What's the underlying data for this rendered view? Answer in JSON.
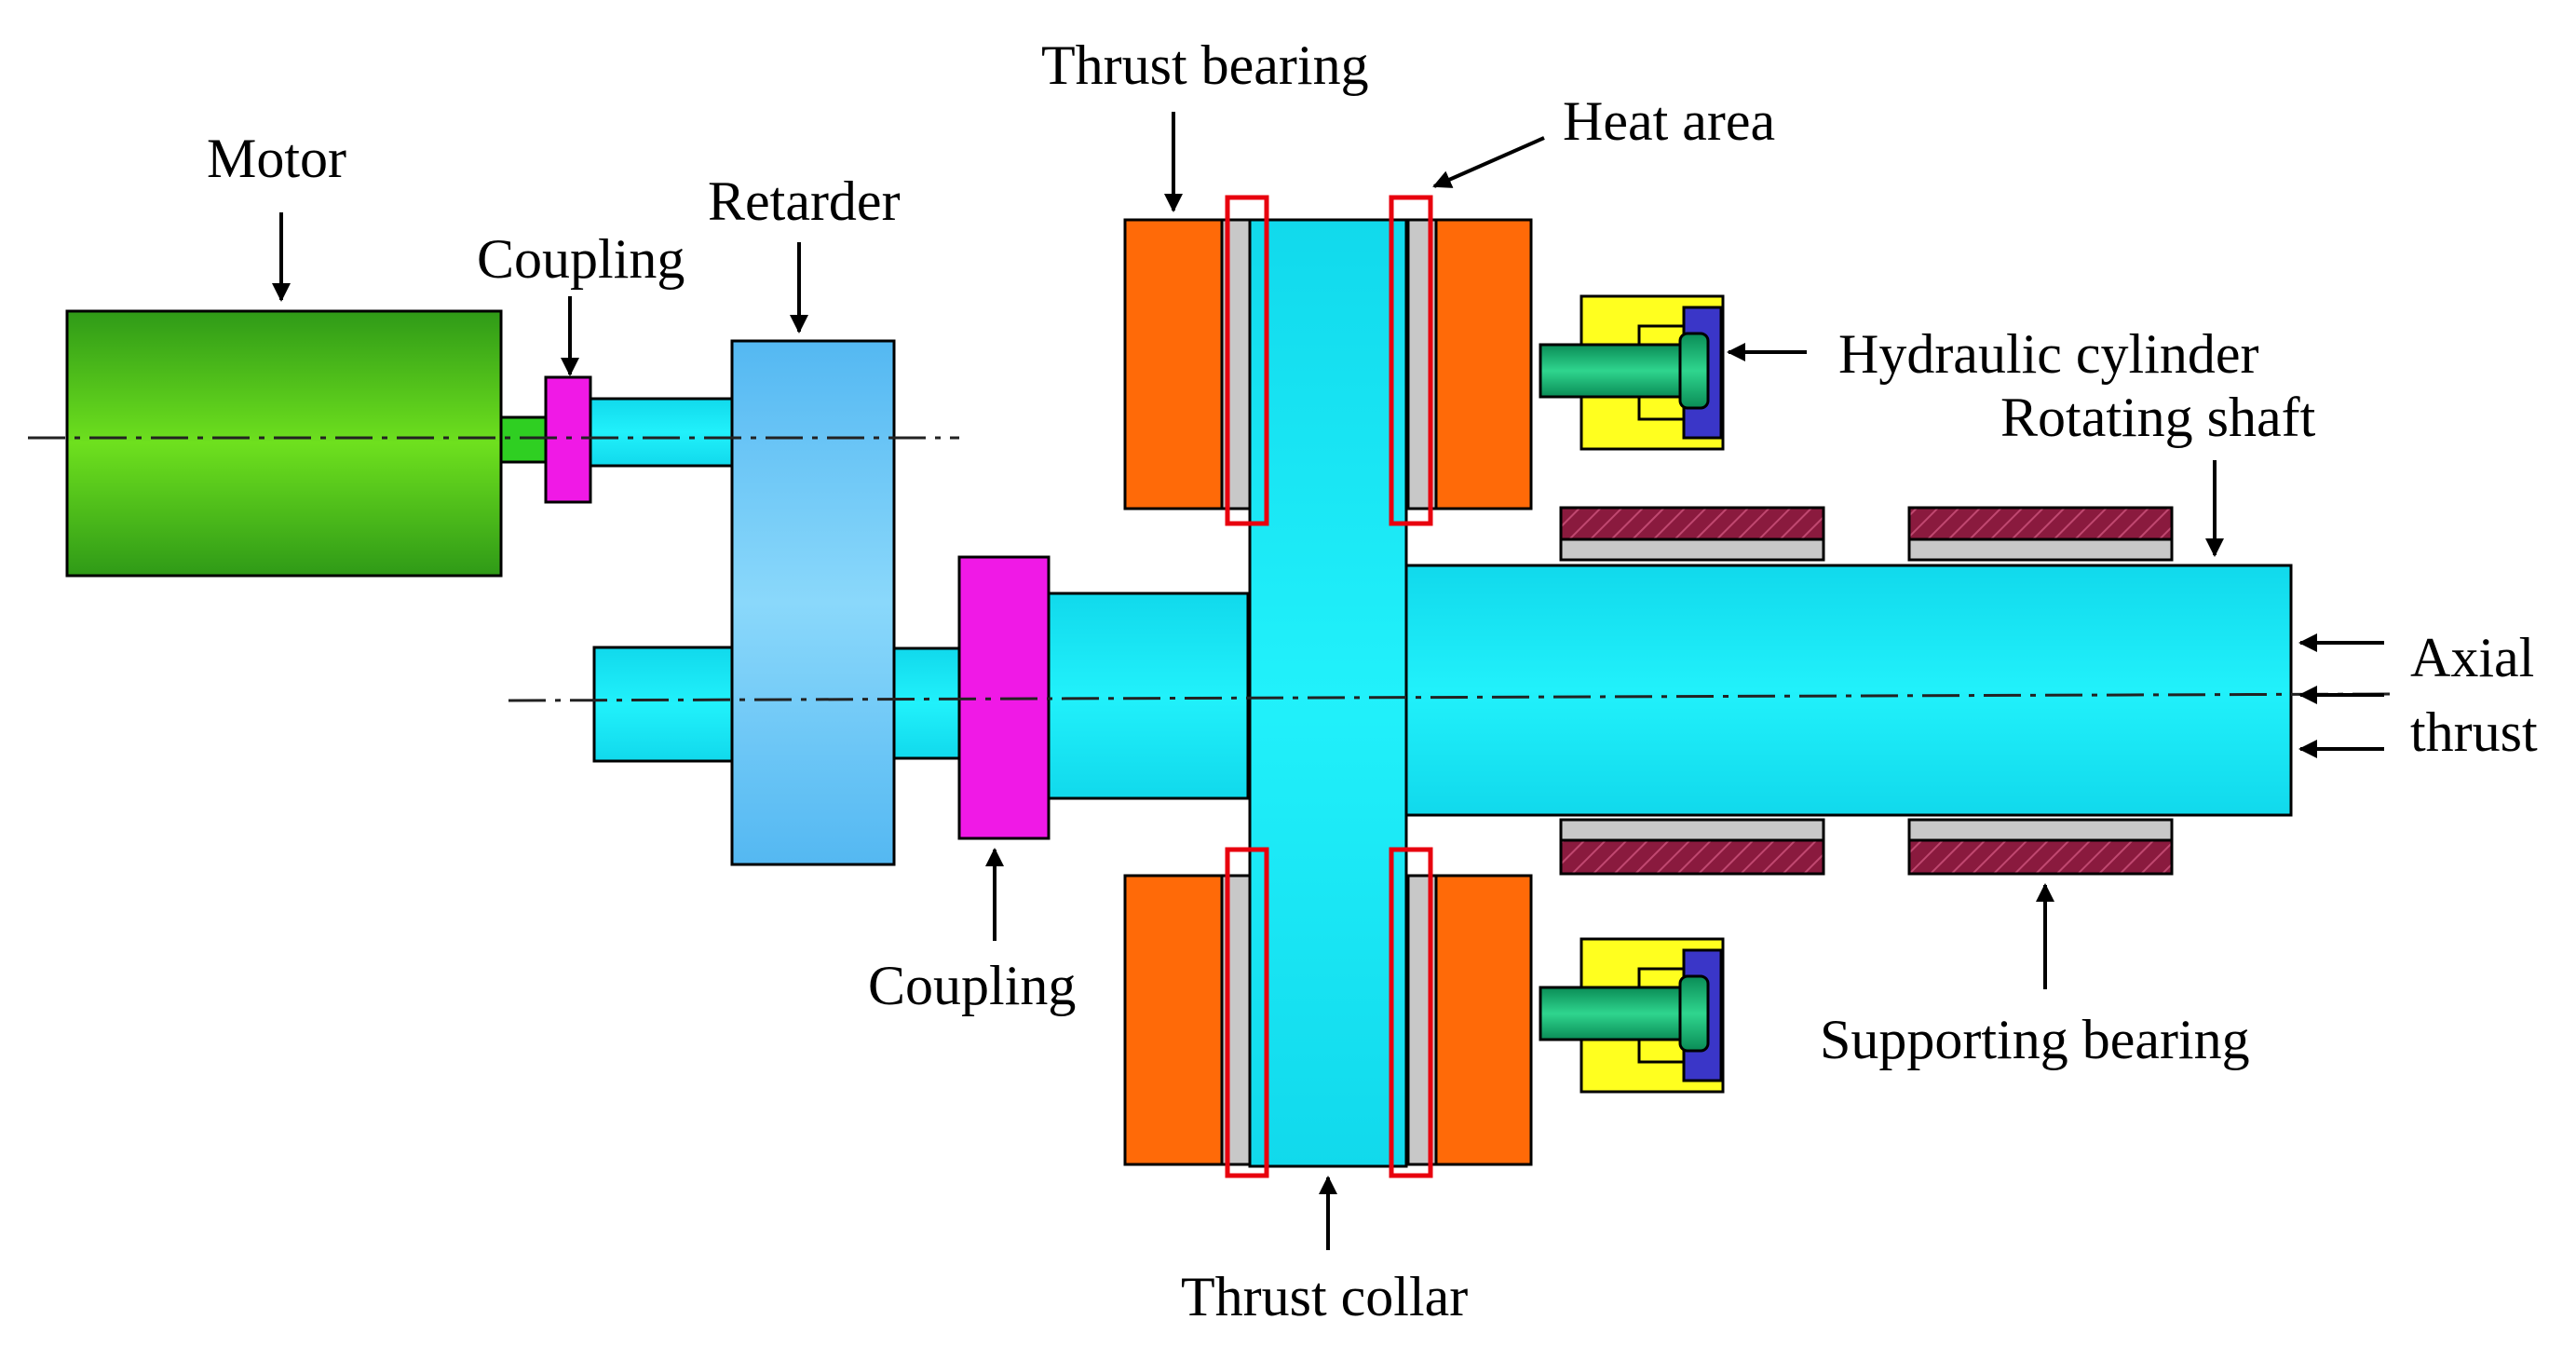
{
  "labels": {
    "motor": "Motor",
    "coupling_top": "Coupling",
    "retarder": "Retarder",
    "thrust_bearing": "Thrust bearing",
    "heat_area": "Heat area",
    "hydraulic_cylinder": "Hydraulic cylinder",
    "rotating_shaft": "Rotating shaft",
    "axial": "Axial",
    "thrust": "thrust",
    "coupling_bottom": "Coupling",
    "supporting_bearing": "Supporting bearing",
    "thrust_collar": "Thrust collar"
  },
  "colors": {
    "motor": "#2fa61a",
    "shaft": "#19e3f2",
    "retarder": "#6cc8f5",
    "coupling": "#f019e6",
    "bearing": "#ff6a08",
    "cylinder_body": "#ffff1f",
    "cylinder_cap": "#3a36c8",
    "piston": "#0fae6a",
    "support_pad": "#8a1a3e",
    "liner": "#c8c8c8",
    "heat_area": "#e8000e"
  }
}
